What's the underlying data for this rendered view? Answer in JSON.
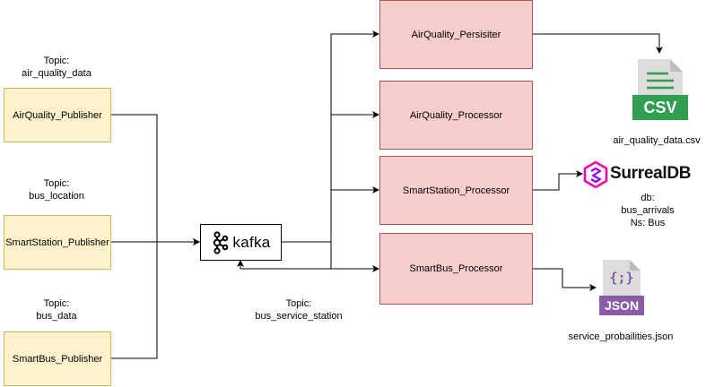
{
  "publishers": [
    {
      "id": "airquality-publisher",
      "label": "AirQuality_Publisher",
      "topic_prefix": "Topic:",
      "topic": "air_quality_data"
    },
    {
      "id": "smartstation-publisher",
      "label": "SmartStation_Publisher",
      "topic_prefix": "Topic:",
      "topic": "bus_location"
    },
    {
      "id": "smartbus-publisher",
      "label": "SmartBus_Publisher",
      "topic_prefix": "Topic:",
      "topic": "bus_data"
    }
  ],
  "broker": {
    "label": "kafka",
    "icon": "kafka-icon"
  },
  "broker_topic": {
    "prefix": "Topic:",
    "name": "bus_service_station"
  },
  "processors": [
    {
      "id": "airquality-persister",
      "label": "AirQuality_Persisiter"
    },
    {
      "id": "airquality-processor",
      "label": "AirQuality_Processor"
    },
    {
      "id": "smartstation-processor",
      "label": "SmartStation_Processor"
    },
    {
      "id": "smartbus-processor",
      "label": "SmartBus_Processor"
    }
  ],
  "sinks": {
    "csv": {
      "icon": "csv-file-icon",
      "badge": "CSV",
      "caption": "air_quality_data.csv",
      "color": "#2f9e4f"
    },
    "surreal": {
      "icon": "surrealdb-logo",
      "brand": "SurrealDB",
      "brand_color": "#ff00a0",
      "line1": "db:",
      "line2": "bus_arrivals",
      "line3": "Ns: Bus"
    },
    "json": {
      "icon": "json-file-icon",
      "badge": "JSON",
      "glyph": "{;}",
      "caption": "service_probailities.json",
      "color": "#8a5ba7"
    }
  },
  "colors": {
    "publisher_fill": "#fff2cc",
    "publisher_stroke": "#d6b656",
    "processor_fill": "#f8cecc",
    "processor_stroke": "#b85450"
  }
}
